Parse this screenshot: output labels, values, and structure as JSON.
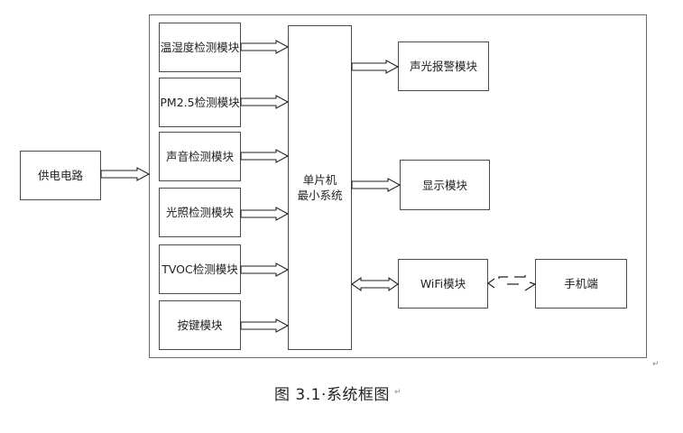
{
  "diagram": {
    "power": {
      "label": "供电电路"
    },
    "sensors": [
      {
        "label": "温湿度检测模块"
      },
      {
        "label": "PM2.5检测模块"
      },
      {
        "label": "声音检测模块"
      },
      {
        "label": "光照检测模块"
      },
      {
        "label": "TVOC检测模块"
      },
      {
        "label": "按键模块"
      }
    ],
    "mcu": {
      "label": "单片机\n最小系统"
    },
    "outputs": [
      {
        "label": "声光报警模块"
      },
      {
        "label": "显示模块"
      },
      {
        "label": "WiFi模块"
      }
    ],
    "phone": {
      "label": "手机端"
    },
    "edges": [
      {
        "from": "供电电路",
        "to": "system",
        "type": "block-arrow"
      },
      {
        "from": "温湿度检测模块",
        "to": "单片机最小系统",
        "type": "block-arrow"
      },
      {
        "from": "PM2.5检测模块",
        "to": "单片机最小系统",
        "type": "block-arrow"
      },
      {
        "from": "声音检测模块",
        "to": "单片机最小系统",
        "type": "block-arrow"
      },
      {
        "from": "光照检测模块",
        "to": "单片机最小系统",
        "type": "block-arrow"
      },
      {
        "from": "TVOC检测模块",
        "to": "单片机最小系统",
        "type": "block-arrow"
      },
      {
        "from": "按键模块",
        "to": "单片机最小系统",
        "type": "block-arrow"
      },
      {
        "from": "单片机最小系统",
        "to": "声光报警模块",
        "type": "block-arrow"
      },
      {
        "from": "单片机最小系统",
        "to": "显示模块",
        "type": "block-arrow"
      },
      {
        "from": "单片机最小系统",
        "to": "WiFi模块",
        "type": "double-block-arrow"
      },
      {
        "from": "WiFi模块",
        "to": "手机端",
        "type": "dashed-wireless-bidirectional"
      }
    ]
  },
  "caption": "图 3.1·系统框图",
  "marks": {
    "paragraph": "↵"
  }
}
